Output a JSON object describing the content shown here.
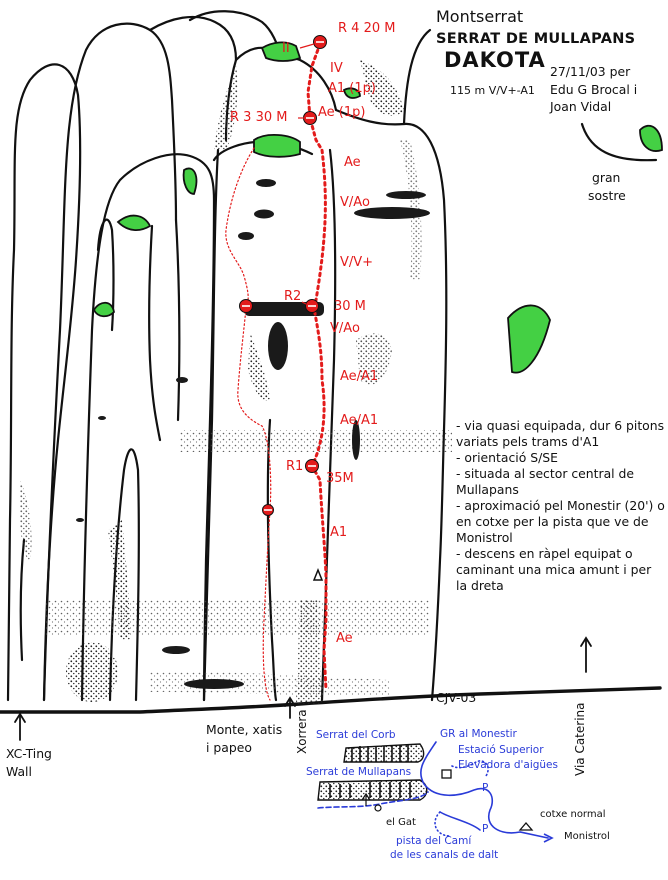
{
  "header": {
    "area": "Montserrat",
    "sector": "SERRAT DE MULLAPANS",
    "route": "DAKOTA",
    "grade": "115 m V/V+-A1",
    "date_line": "27/11/03 per",
    "author_1": "Edu G Brocal i",
    "author_2": "Joan Vidal"
  },
  "route_labels": {
    "r4": "R 4 20 M",
    "ii": "II",
    "iv": "IV",
    "a1_1p": "A1 (1p)",
    "r3": "R 3 30 M",
    "ae_1p": "Ae (1p)",
    "ae_1": "Ae",
    "v_ao_1": "V/Ao",
    "v_vplus": "V/V+",
    "r2": "R2",
    "m30": "30 M",
    "v_ao_2": "V/Ao",
    "ae_a1_1": "Ae/A1",
    "ae_a1_2": "Ae/A1",
    "r1": "R1",
    "m35": "35M",
    "a1": "A1",
    "ae_2": "Ae"
  },
  "features": {
    "gran": "gran",
    "sostre": "sostre",
    "xc_1": "XC-Ting",
    "xc_2": "Wall",
    "monte_1": "Monte, xatis",
    "monte_2": "i papeo",
    "xorrera": "Xorrera",
    "cjv": "CJV-03",
    "via": "Via Caterina"
  },
  "notes": [
    "- via quasi equipada, dur 6 pitons variats pels trams d'A1",
    "- orientació S/SE",
    "- situada al sector central de Mullapans",
    "- aproximació pel Monestir (20') o en cotxe per la pista que ve de Monistrol",
    "- descens en ràpel equipat o caminant una mica amunt i per la dreta"
  ],
  "map": {
    "corb": "Serrat del Corb",
    "gr": "GR al Monestir",
    "estacio_1": "Estació Superior",
    "estacio_2": "Elevadora d'aigües",
    "mullapans": "Serrat de Mullapans",
    "p1": "P",
    "gat": "el Gat",
    "p2": "P",
    "cotxe": "cotxe normal",
    "pista_1": "pista del Camí",
    "pista_2": "de les canals de dalt",
    "monistrol": "Monistrol"
  },
  "colors": {
    "route_red": "#e31b1b",
    "vegetation_green": "#44d044",
    "map_blue": "#2a3bd8",
    "rock_outline": "#111111"
  }
}
